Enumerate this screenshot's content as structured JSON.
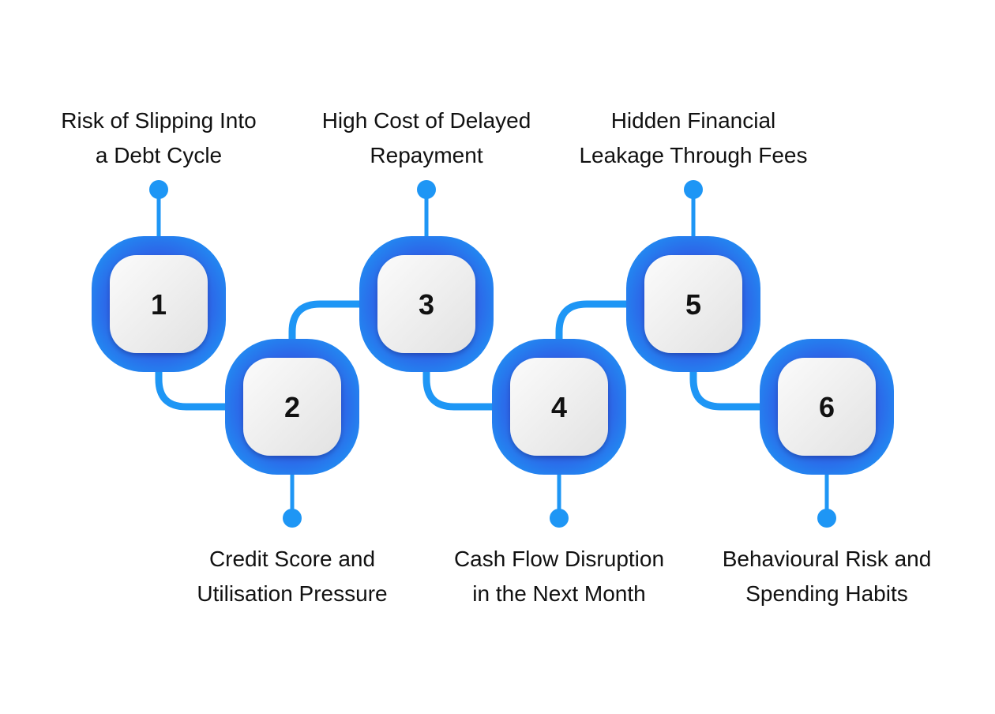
{
  "colors": {
    "accent": "#1e96f5",
    "accent_dark": "#2323d8",
    "tile": "#eeeeee",
    "text": "#111111"
  },
  "steps": [
    {
      "number": "1",
      "label_lines": [
        "Risk of Slipping Into",
        "a Debt Cycle"
      ]
    },
    {
      "number": "2",
      "label_lines": [
        "Credit Score and",
        "Utilisation Pressure"
      ]
    },
    {
      "number": "3",
      "label_lines": [
        "High Cost of Delayed",
        "Repayment"
      ]
    },
    {
      "number": "4",
      "label_lines": [
        "Cash Flow Disruption",
        "in the Next Month"
      ]
    },
    {
      "number": "5",
      "label_lines": [
        "Hidden Financial",
        "Leakage Through Fees"
      ]
    },
    {
      "number": "6",
      "label_lines": [
        "Behavioural Risk and",
        "Spending Habits"
      ]
    }
  ]
}
